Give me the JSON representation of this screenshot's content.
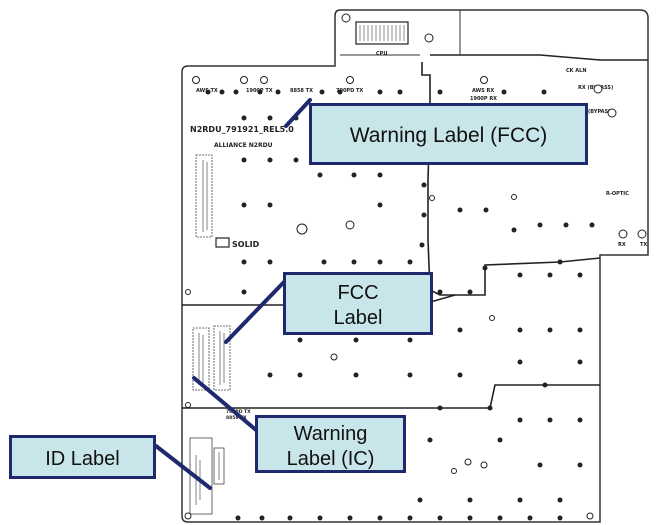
{
  "callouts": {
    "warning_fcc": "Warning Label (FCC)",
    "fcc_line1": "FCC",
    "fcc_line2": "Label",
    "warning_ic_line1": "Warning",
    "warning_ic_line2": "Label (IC)",
    "id_label": "ID Label"
  },
  "board_labels": {
    "cpu": "CPU",
    "aws_tx": "AWS TX",
    "tx_1900p": "1900P TX",
    "tx_8858": "8858 TX",
    "tx_700pd": "700PD TX",
    "aws_rx": "AWS RX",
    "rx_1900p": "1900P RX",
    "rx_bypass_1": "RX (BYPASS)",
    "rx_bypass_2": "(BYPASS)",
    "ck_aln": "CK  ALN",
    "model": "N2RDU_791921_REL5.0",
    "alliance": "ALLIANCE N2RDU",
    "r_optic": "R-OPTIC",
    "rx": "RX",
    "tx": "TX",
    "solid": "SOLID",
    "tx_700pd_small": "700PD TX",
    "tx_8858_small": "8858 TX"
  },
  "colors": {
    "callout_fill": "#c8e6ea",
    "callout_border": "#1f2a6e",
    "leader_line": "#1f2a6e",
    "board_outline": "#333333"
  }
}
